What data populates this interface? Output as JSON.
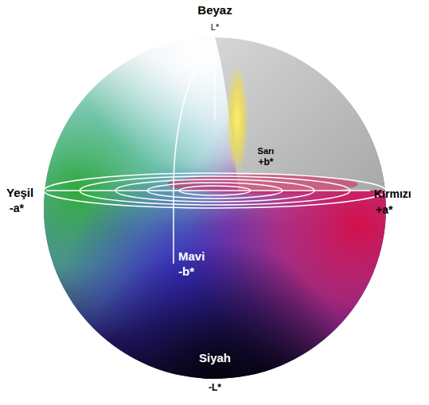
{
  "diagram": {
    "labels": [
      "Beyaz",
      "L*",
      "Sarı",
      "+b*",
      "Yeşil",
      "-a*",
      "Kırmızı",
      "+a*",
      "Mavi",
      "-b*",
      "Siyah",
      "-L*"
    ]
  }
}
